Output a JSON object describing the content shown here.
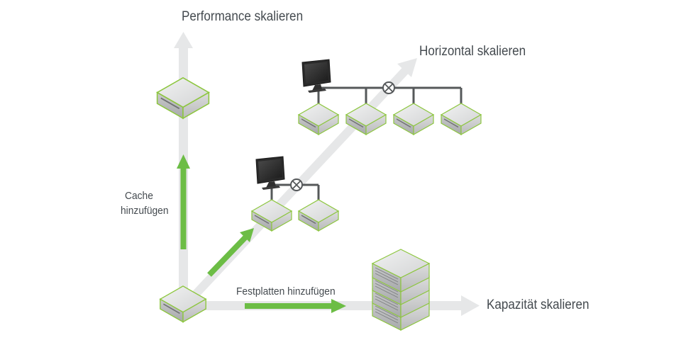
{
  "labels": {
    "performance": "Performance skalieren",
    "horizontal": "Horizontal skalieren",
    "capacity": "Kapazität skalieren",
    "cache_line1": "Cache",
    "cache_line2": "hinzufügen",
    "disks": "Festplatten hinzufügen"
  },
  "colors": {
    "axis_arrow": "#e6e7e8",
    "growth_arrow": "#6cbd45",
    "node_outline": "#8dc63f",
    "node_top": "#e6e7e8",
    "node_side": "#b8b9bb",
    "cable": "#55585a",
    "monitor": "#2b2b2b",
    "text": "#444a4f"
  },
  "icons": [
    "storage-node-icon",
    "monitor-icon",
    "switch-icon",
    "storage-rack-icon"
  ]
}
